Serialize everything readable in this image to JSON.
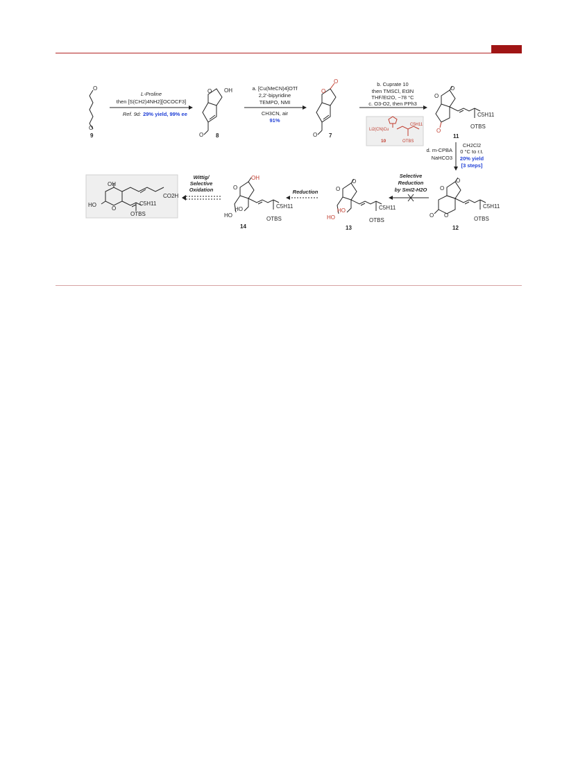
{
  "compounds": {
    "c9": "9",
    "c8": "8",
    "c7": "7",
    "c11": "11",
    "c12": "12",
    "c13": "13",
    "c14": "14",
    "c10": "10"
  },
  "step1": {
    "line1": "L-Proline",
    "line2": "then [S(CH2)4NH2][OCOCF3]",
    "line3_ref": "Ref. 9d:",
    "line3_yield": "29% yield, 99% ee"
  },
  "step2": {
    "line1": "a. [Cu(MeCN)4]OTf",
    "line2": "2,2'-bipyridine",
    "line3": "TEMPO, NMI",
    "line4": "CH3CN, air",
    "yield": "91%"
  },
  "step3": {
    "line1": "b. Cuprate 10",
    "line2": "then TMSCl, Et3N",
    "line3": "THF/Et2O, −78 °C",
    "line4": "c. O3-O2, then PPh3"
  },
  "step4": {
    "reagent1": "d. m-CPBA",
    "reagent2": "NaHCO3",
    "cond1": "CH2Cl2",
    "cond2": "0 °C to r.t.",
    "yield": "20% yield",
    "steps": "[3 steps]"
  },
  "step5": {
    "line1": "Selective",
    "line2": "Reduction",
    "line3": "by SmI2-H2O"
  },
  "step6": {
    "label": "Reduction"
  },
  "step7": {
    "line1": "Wittig/",
    "line2": "Selective",
    "line3": "Oxidation"
  },
  "labels": {
    "c5h11": "C5H11",
    "otbs": "OTBS",
    "oh": "OH",
    "ho": "HO",
    "o": "O",
    "co2h": "CO2H",
    "cuprate_li": "Li2(CN)Cu"
  },
  "colors": {
    "accent": "#b22222",
    "highlight": "#c0392b",
    "yield_blue": "#1f3fd6"
  }
}
